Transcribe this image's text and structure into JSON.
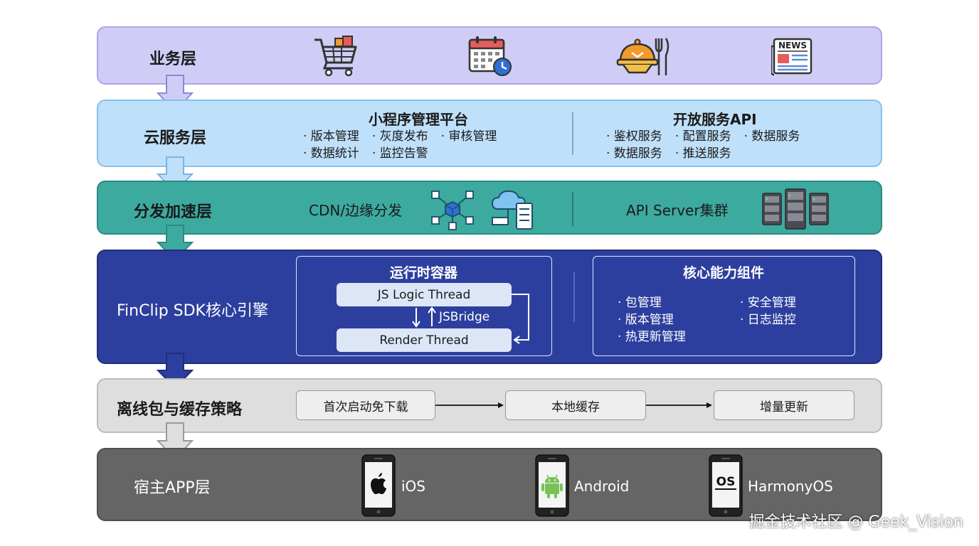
{
  "layers": {
    "business": {
      "title": "业务层"
    },
    "cloud": {
      "title": "云服务层",
      "mgmt_title": "小程序管理平台",
      "mgmt_items": [
        "· 版本管理",
        "· 灰度发布",
        "· 审核管理",
        "· 数据统计",
        "· 监控告警"
      ],
      "api_title": "开放服务API",
      "api_items": [
        "· 鉴权服务",
        "· 配置服务",
        "· 数据服务",
        "· 数据服务",
        "· 推送服务"
      ]
    },
    "dist": {
      "title": "分发加速层",
      "cdn_label": "CDN/边缘分发",
      "server_label": "API Server集群"
    },
    "sdk": {
      "title": "FinClip SDK核心引擎",
      "container_title": "运行时容器",
      "js_thread": "JS Logic Thread",
      "bridge": "JSBridge",
      "render_thread": "Render Thread",
      "components_title": "核心能力组件",
      "components": [
        "· 包管理",
        "· 安全管理",
        "· 版本管理",
        "· 日志监控",
        "· 热更新管理"
      ]
    },
    "offline": {
      "title": "离线包与缓存策略",
      "steps": [
        "首次启动免下载",
        "本地缓存",
        "增量更新"
      ]
    },
    "host": {
      "title": "宿主APP层",
      "platforms": [
        "iOS",
        "Android",
        "HarmonyOS"
      ]
    }
  },
  "icons": [
    "shopping-cart-icon",
    "calendar-clock-icon",
    "food-delivery-icon",
    "news-icon",
    "network-nodes-icon",
    "cloud-server-icon",
    "server-rack-icon",
    "apple-icon",
    "android-icon",
    "harmonyos-icon"
  ],
  "colors": {
    "business_bg": "#cfcdf6",
    "cloud_bg": "#bfe0fa",
    "dist_bg": "#3daaa0",
    "sdk_bg": "#2d3f9e",
    "offline_bg": "#dedede",
    "host_bg": "#656565"
  },
  "watermark": "掘金技术社区 @ Geek_Vision"
}
